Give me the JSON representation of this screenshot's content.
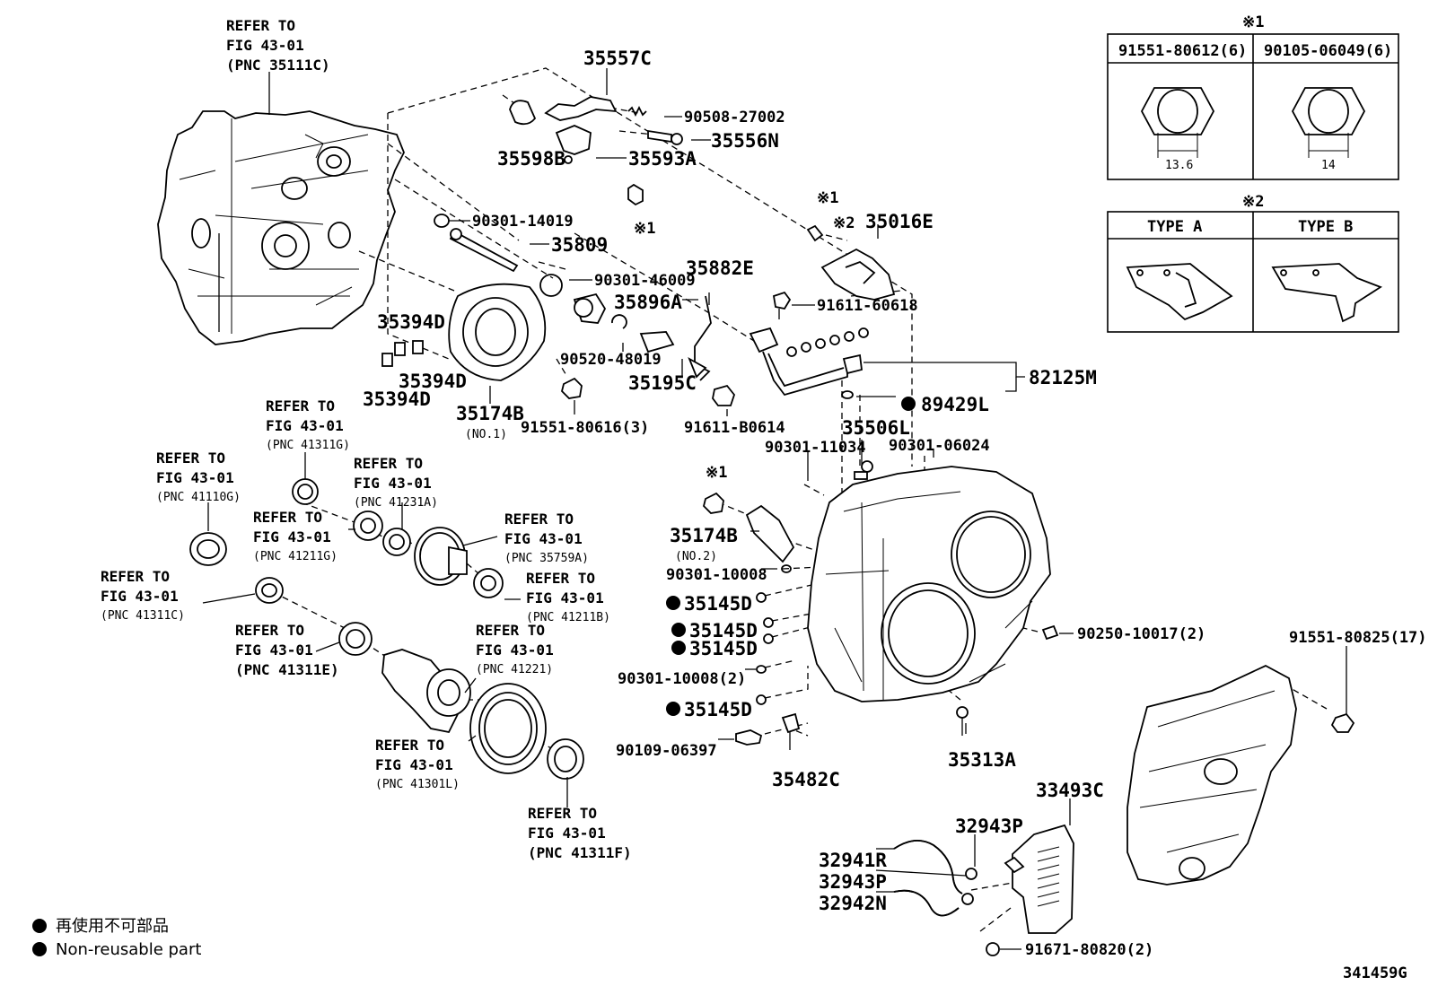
{
  "ref_labels": {
    "r35111c": {
      "l1": "REFER TO",
      "l2": "FIG 43-01",
      "l3": "(PNC 35111C)"
    },
    "r41311g": {
      "l1": "REFER TO",
      "l2": "FIG 43-01",
      "l3": "(PNC 41311G)"
    },
    "r41110g": {
      "l1": "REFER TO",
      "l2": "FIG 43-01",
      "l3": "(PNC 41110G)"
    },
    "r41231a": {
      "l1": "REFER TO",
      "l2": "FIG 43-01",
      "l3": "(PNC 41231A)"
    },
    "r41211g": {
      "l1": "REFER TO",
      "l2": "FIG 43-01",
      "l3": "(PNC 41211G)"
    },
    "r35759a": {
      "l1": "REFER TO",
      "l2": "FIG 43-01",
      "l3": "(PNC 35759A)"
    },
    "r41311c": {
      "l1": "REFER TO",
      "l2": "FIG 43-01",
      "l3": "(PNC 41311C)"
    },
    "r41211b": {
      "l1": "REFER TO",
      "l2": "FIG 43-01",
      "l3": "(PNC 41211B)"
    },
    "r41311e": {
      "l1": "REFER TO",
      "l2": "FIG 43-01",
      "l3": "(PNC 41311E)"
    },
    "r41221": {
      "l1": "REFER TO",
      "l2": "FIG 43-01",
      "l3": "(PNC 41221)"
    },
    "r41301l": {
      "l1": "REFER TO",
      "l2": "FIG 43-01",
      "l3": "(PNC 41301L)"
    },
    "r41311f": {
      "l1": "REFER TO",
      "l2": "FIG 43-01",
      "l3": "(PNC 41311F)"
    }
  },
  "parts": {
    "p35557c": "35557C",
    "p90508": "90508-27002",
    "p35556n": "35556N",
    "p35598b": "35598B",
    "p35593a": "35593A",
    "p90301_14019": "90301-14019",
    "p35809": "35809",
    "p90301_46009": "90301-46009",
    "p35896a": "35896A",
    "p35882e": "35882E",
    "p35394d_a": "35394D",
    "p35394d_b": "35394D",
    "p35394d_c": "35394D",
    "p35174b": "35174B",
    "p35174b_note": "(NO.1)",
    "p90520": "90520-48019",
    "p35195c": "35195C",
    "p91551_80616": "91551-80616(3)",
    "p91611_b0614": "91611-B0614",
    "p35016e": "35016E",
    "p91611_60618": "91611-60618",
    "p82125m": "82125M",
    "p89429l": "89429L",
    "p35506l": "35506L",
    "p90301_11034": "90301-11034",
    "p90301_06024": "90301-06024",
    "p35174b2": "35174B",
    "p35174b2_note": "(NO.2)",
    "p90301_10008": "90301-10008",
    "p35145d_a": "35145D",
    "p35145d_b": "35145D",
    "p35145d_c": "35145D",
    "p90301_10008_2": "90301-10008(2)",
    "p35145d_d": "35145D",
    "p90109": "90109-06397",
    "p35482c": "35482C",
    "p35313a": "35313A",
    "p90250": "90250-10017(2)",
    "p91551_80825": "91551-80825(17)",
    "p33493c": "33493C",
    "p32943p_a": "32943P",
    "p32941r": "32941R",
    "p32943p_b": "32943P",
    "p32942n": "32942N",
    "p91671": "91671-80820(2)"
  },
  "marks": {
    "note1": "※1",
    "note2": "※2",
    "note2_combo": "※2",
    "note1_combo": "※1"
  },
  "table1": {
    "title": "※1",
    "col1": "91551-80612(6)",
    "col2": "90105-06049(6)",
    "dim1": "13.6",
    "dim2": "14"
  },
  "table2": {
    "title": "※2",
    "col1": "TYPE A",
    "col2": "TYPE B"
  },
  "legend": {
    "jp": "再使用不可部品",
    "en": "Non-reusable part"
  },
  "figure_id": "341459G"
}
